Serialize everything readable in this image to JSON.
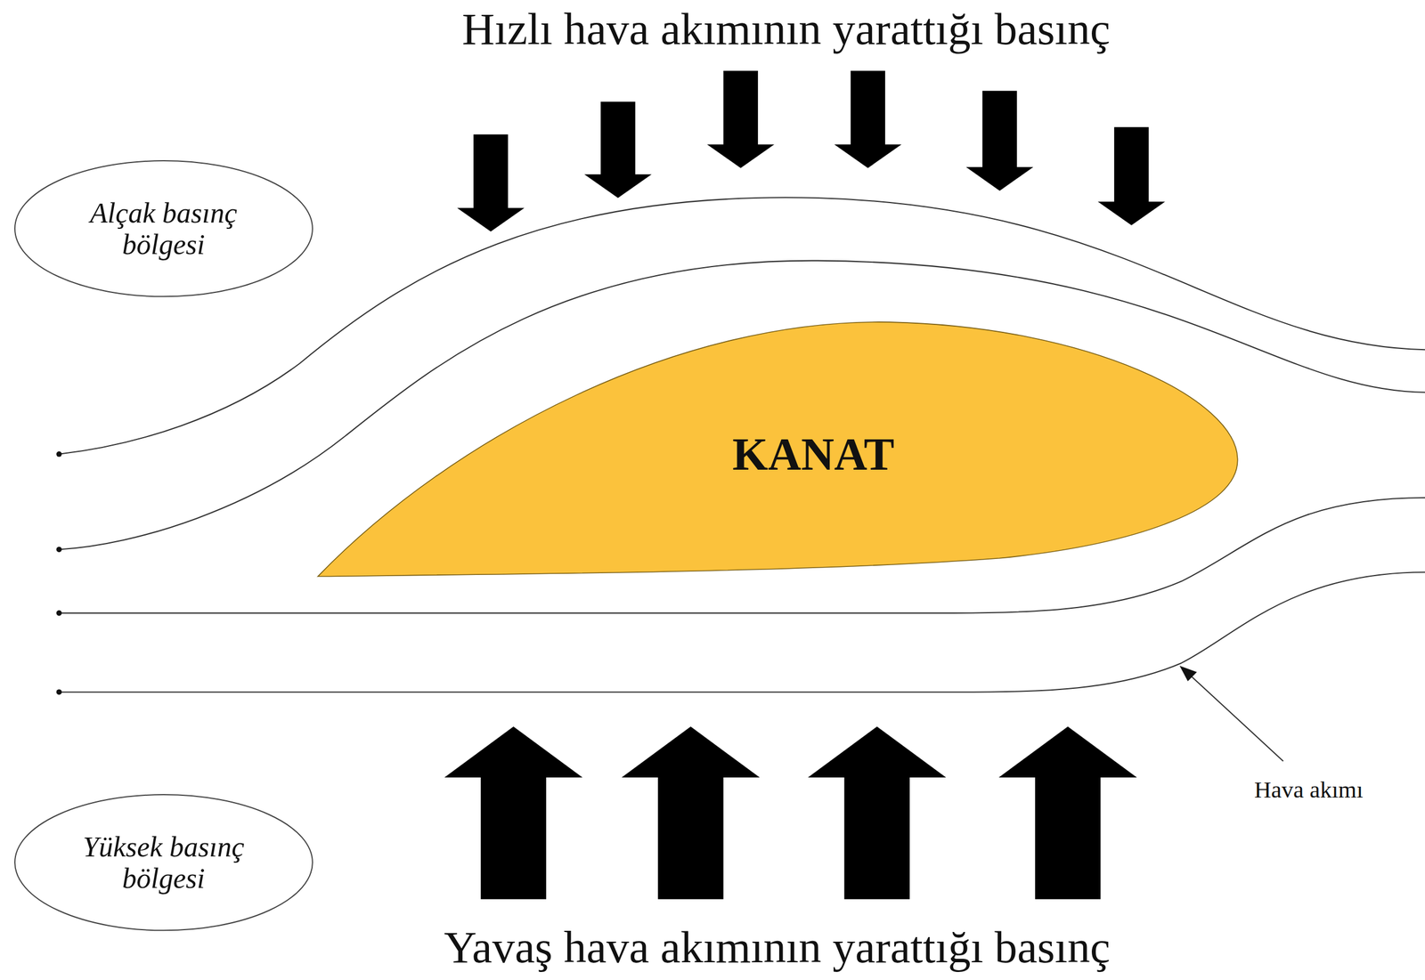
{
  "diagram": {
    "nodes": [
      {
        "text": [
          "Alçak basınç bölgesi"
        ]
      },
      {
        "text": [
          "KANAT"
        ]
      },
      {
        "text": [
          "Yüksek basınç bölgesi"
        ]
      }
    ],
    "labels": [
      "Hızlı hava akımının yarattığı basınç",
      "Hava akımı",
      "Yavaş hava akımının yarattığı basınç"
    ]
  }
}
